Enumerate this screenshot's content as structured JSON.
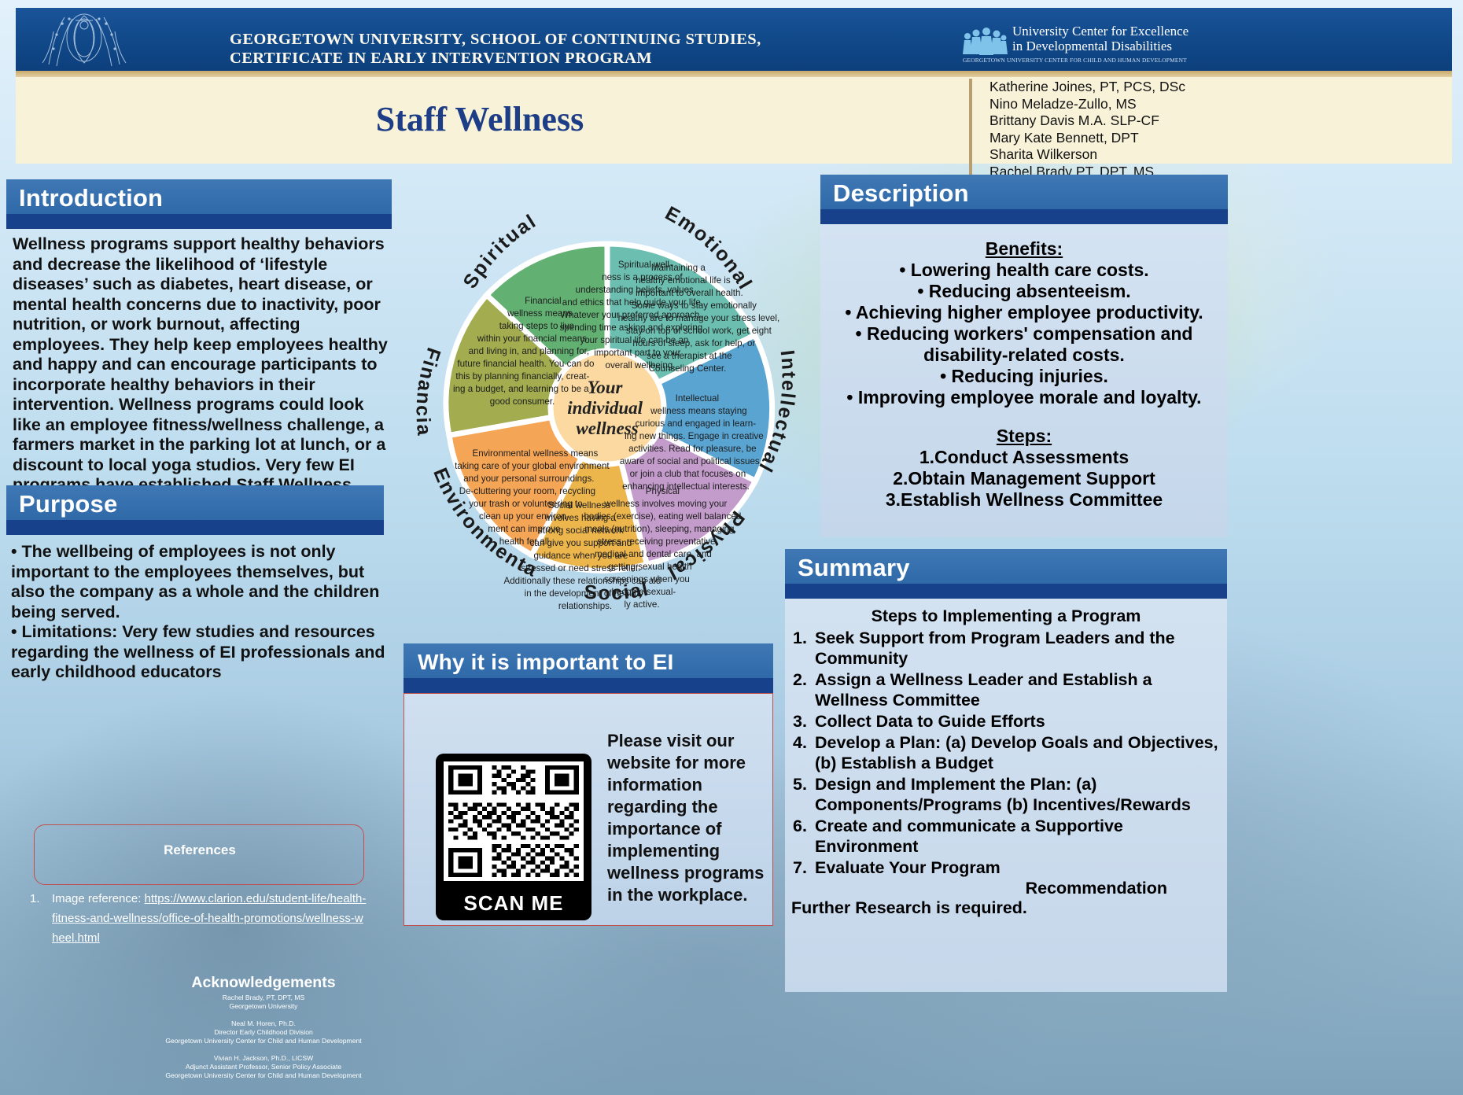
{
  "header": {
    "banner_title": "GEORGETOWN UNIVERSITY, SCHOOL OF CONTINUING STUDIES,\nCERTIFICATE IN EARLY INTERVENTION PROGRAM",
    "ucedd_line1": "University Center for Excellence",
    "ucedd_line2": "in Developmental Disabilities",
    "ucedd_sub": "GEORGETOWN UNIVERSITY CENTER FOR CHILD AND HUMAN DEVELOPMENT",
    "crest_icon": "georgetown-crest-icon",
    "ucedd_icon": "family-figures-icon"
  },
  "title": "Staff Wellness",
  "authors": [
    "Katherine Joines, PT, PCS, DSc",
    "Nino Meladze-Zullo, MS",
    "Brittany Davis M.A. SLP-CF",
    "Mary Kate Bennett, DPT",
    "Sharita Wilkerson",
    "Rachel Brady PT, DPT, MS"
  ],
  "introduction": {
    "heading": "Introduction",
    "body": "Wellness programs support healthy behaviors and decrease the likelihood of ‘lifestyle diseases’ such as diabetes, heart disease, or mental health concerns due to inactivity, poor nutrition, or work burnout, affecting employees. They help keep employees healthy and happy and can encourage participants to incorporate healthy behaviors in their intervention. Wellness programs could look like an employee fitness/wellness challenge, a farmers market in the parking lot at lunch, or a discount to local yoga studios. Very few EI programs have established Staff Wellness Programs."
  },
  "purpose": {
    "heading": "Purpose",
    "bullets": [
      "• The wellbeing of employees is not only important to the employees themselves, but also the company as a whole and the children being served.",
      "• Limitations: Very few studies and resources regarding the wellness of EI professionals and early childhood educators"
    ]
  },
  "references": {
    "heading": "References",
    "number": "1.",
    "label": "Image       reference:",
    "url": "https://www.clarion.edu/student-life/health-fitness-and-wellness/office-of-health-promotions/wellness-wheel.html"
  },
  "acknowledgements": {
    "heading": "Acknowledgements",
    "block1": "Rachel Brady, PT, DPT, MS\nGeorgetown University",
    "block2": "Neal M. Horen, Ph.D.\nDirector Early Childhood Division\nGeorgetown University Center for Child and Human Development",
    "block3": "Vivian H. Jackson, Ph.D., LICSW\nAdjunct Assistant Professor, Senior Policy Associate\nGeorgetown University Center for Child and Human Development"
  },
  "description": {
    "heading": "Description",
    "benefits_heading": "Benefits",
    "benefits": [
      "• Lowering health care costs.",
      "• Reducing absenteeism.",
      "• Achieving higher employee productivity.",
      "• Reducing workers' compensation and disability-related costs.",
      "• Reducing injuries.",
      "• Improving employee morale and loyalty."
    ],
    "steps_heading": "Steps",
    "steps": [
      "Conduct Assessments",
      "Obtain Management Support",
      "Establish Wellness Committee"
    ]
  },
  "summary": {
    "heading": "Summary",
    "subtitle": "Steps to Implementing a Program",
    "steps": [
      "Seek Support from Program Leaders and the Community",
      "Assign a Wellness Leader and Establish a Wellness Committee",
      "Collect Data to Guide Efforts",
      "Develop a Plan: (a) Develop Goals and Objectives, (b) Establish a Budget",
      "Design and Implement the Plan: (a) Components/Programs (b) Incentives/Rewards",
      "Create and communicate a Supportive Environment",
      "Evaluate Your Program"
    ],
    "recommendation_label": "Recommendation",
    "further": "Further Research is required."
  },
  "why": {
    "heading": "Why it is important to EI",
    "qr_label": "SCAN ME",
    "qr_icon": "qr-code-icon",
    "text": "Please visit our website for more information regarding the importance of implementing wellness programs in the workplace."
  },
  "wheel": {
    "center": "Your individual wellness",
    "segments": [
      {
        "name": "Spiritual",
        "color": "#6cbfb0",
        "text": "Spiritual wellness is a process of understanding beliefs, values, and ethics that help guide your life. Whatever your preferred approach, spending time asking and exploring your spiritual life can be an important part to your overall wellbeing."
      },
      {
        "name": "Emotional",
        "color": "#5aa4d2",
        "text": "Maintaining a healthy emotional life is important to overall health. Some ways to stay emotionally healthy are to manage your stress level, stay on top of school work, get eight hours of sleep, ask for help, or see a therapist at the Counseling Center."
      },
      {
        "name": "Intellectual",
        "color": "#c39ccb",
        "text": "Intellectual wellness means staying curious and engaged in learning new things. Engage in creative activities. Read for pleasure, be aware of social and political issues, or join a club that focuses on enhancing intellectual interests."
      },
      {
        "name": "Physical",
        "color": "#edb64d",
        "text": "Physical wellness involves moving your bodies (exercise), eating well balanced meals (nutrition), sleeping, managing stress, receiving preventative medical and dental care, and getting sexual health screenings when you become sexually active."
      },
      {
        "name": "Social",
        "color": "#f5a556",
        "text": "Social wellness involves having a strong social network can give you support and guidance when you are stressed or need stress relief. Additionally these relationships can aid in the development of healthy relationships."
      },
      {
        "name": "Environmental",
        "color": "#a3ac4e",
        "text": "Environmental wellness means taking care of your global environment and your personal surroundings. De-cluttering your room, recycling your trash or volunteering to clean up your environment can improve health for all."
      },
      {
        "name": "Financial",
        "color": "#63b073",
        "text": "Financial wellness means taking steps to live within your financial means and living in, and planning for, future financial health. You can do this by planning financially, creating a budget, and learning to be a good consumer."
      }
    ]
  },
  "colors": {
    "banner_blue": "#104888",
    "header_blue": "#2f69a8",
    "rule_blue": "#17418b",
    "title_navy": "#1d3d87",
    "cream": "#f8f3d8",
    "gold": "#c9a96a"
  }
}
